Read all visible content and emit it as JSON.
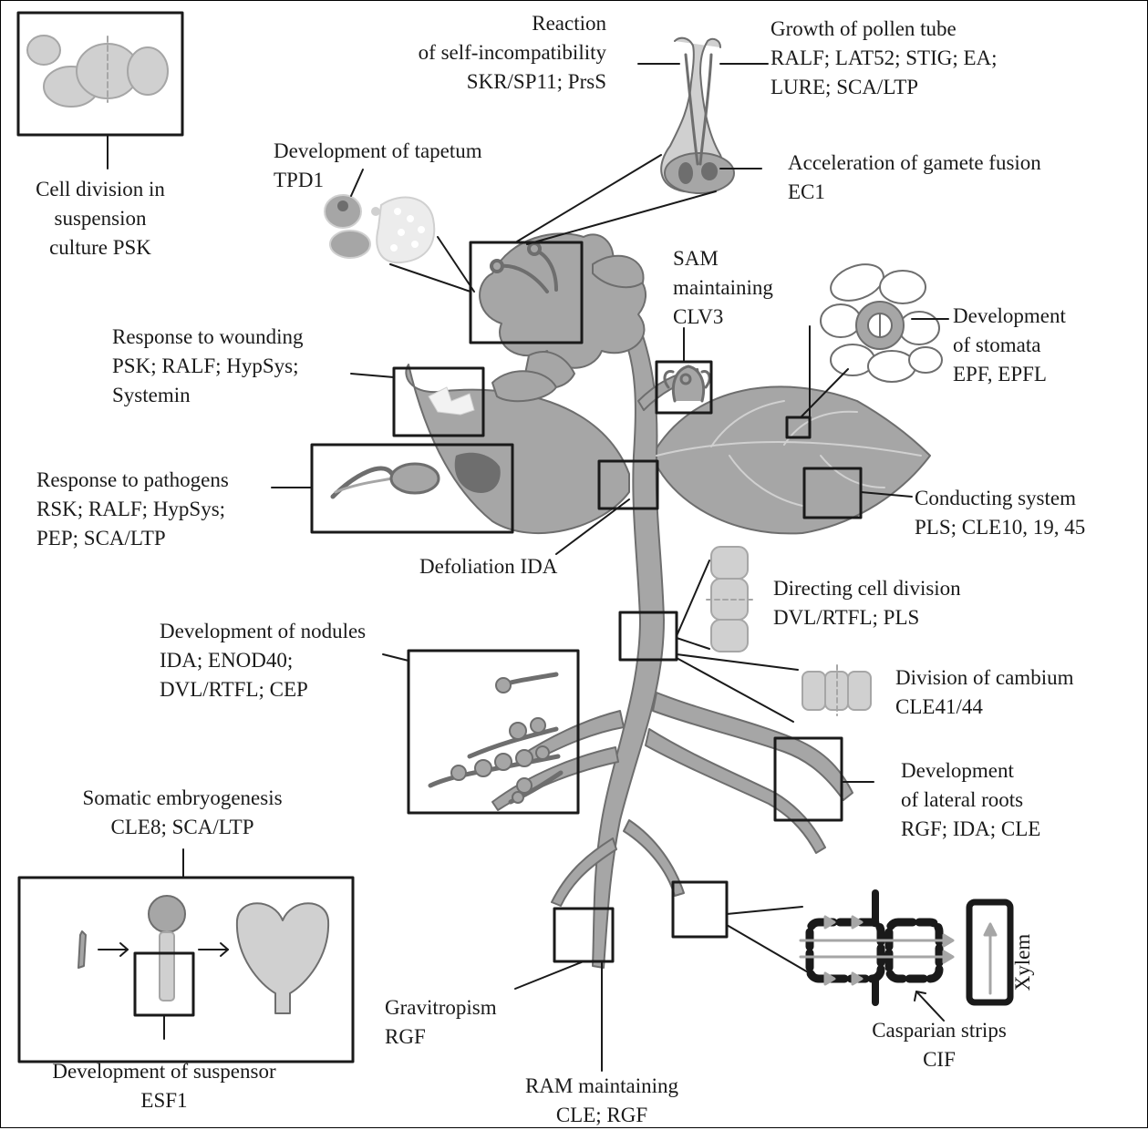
{
  "labels": {
    "cell_division": [
      "Cell division in",
      "suspension",
      "culture PSK"
    ],
    "self_incompat": [
      "Reaction",
      "of self-incompatibility",
      "SKR/SP11; PrsS"
    ],
    "pollen_tube": [
      "Growth of pollen tube",
      "RALF; LAT52; STIG; EA;",
      "LURE; SCA/LTP"
    ],
    "tapetum": [
      "Development of tapetum",
      "TPD1"
    ],
    "gamete_fusion": [
      "Acceleration of gamete fusion",
      "EC1"
    ],
    "sam": [
      "SAM",
      "maintaining",
      "CLV3"
    ],
    "stomata": [
      "Development",
      "of stomata",
      "EPF, EPFL"
    ],
    "wounding": [
      "Response to wounding",
      "PSK; RALF; HypSys;",
      "Systemin"
    ],
    "pathogens": [
      "Response to pathogens",
      "RSK; RALF; HypSys;",
      "PEP; SCA/LTP"
    ],
    "conducting": [
      "Conducting system",
      "PLS; CLE10, 19, 45"
    ],
    "defoliation": [
      "Defoliation IDA"
    ],
    "directing": [
      "Directing cell division",
      "DVL/RTFL; PLS"
    ],
    "nodules": [
      "Development of nodules",
      "IDA; ENOD40;",
      "DVL/RTFL; CEP"
    ],
    "cambium": [
      "Division of cambium",
      "CLE41/44"
    ],
    "lateral": [
      "Development",
      "of lateral roots",
      "RGF; IDA; CLE"
    ],
    "somatic": [
      "Somatic embryogenesis",
      "CLE8; SCA/LTP"
    ],
    "suspensor": [
      "Development of suspensor",
      "ESF1"
    ],
    "gravitropism": [
      "Gravitropism",
      "RGF"
    ],
    "ram": [
      "RAM maintaining",
      "CLE; RGF"
    ],
    "casparian": [
      "Casparian strips",
      "CIF"
    ],
    "xylem": "Xylem"
  },
  "colors": {
    "plant_fill": "#a6a6a6",
    "light_fill": "#d0d0d0",
    "dark_fill": "#6e6e6e",
    "outline": "#1a1a1a"
  }
}
